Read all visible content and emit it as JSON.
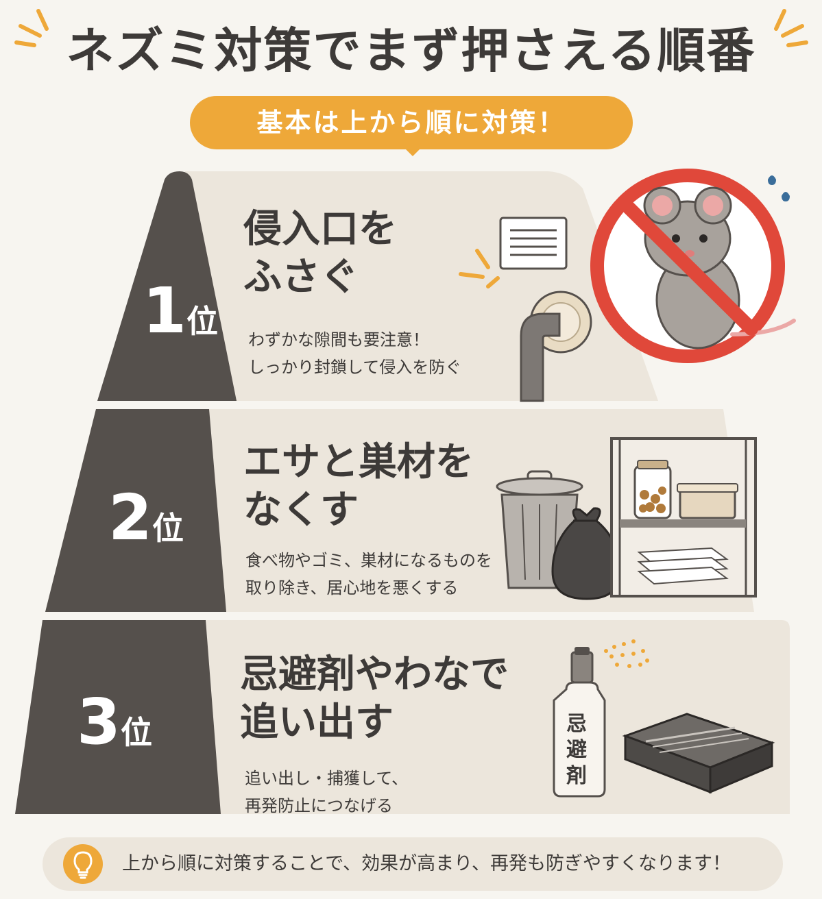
{
  "title": "ネズミ対策でまず押さえる順番",
  "subtitle": "基本は上から順に対策！",
  "tiers": [
    {
      "rank": "1",
      "rank_unit": "位",
      "heading": "侵入口を\nふさぐ",
      "description": "わずかな隙間も要注意！\nしっかり封鎖して侵入を防ぐ"
    },
    {
      "rank": "2",
      "rank_unit": "位",
      "heading": "エサと巣材を\nなくす",
      "description": "食べ物やゴミ、巣材になるものを\n取り除き、居心地を悪くする"
    },
    {
      "rank": "3",
      "rank_unit": "位",
      "heading": "忌避剤やわなで\n追い出す",
      "description": "追い出し・捕獲して、\n再発防止につなげる"
    }
  ],
  "spray_label": "忌\n避\n剤",
  "tip": {
    "text": "上から順に対策することで、効果が高まり、再発も防ぎやすくなります！",
    "icon": "lightbulb-icon"
  },
  "colors": {
    "accent": "#eea839",
    "dark": "#55504c",
    "panel": "#ece6dc",
    "prohibit": "#e0483a"
  }
}
